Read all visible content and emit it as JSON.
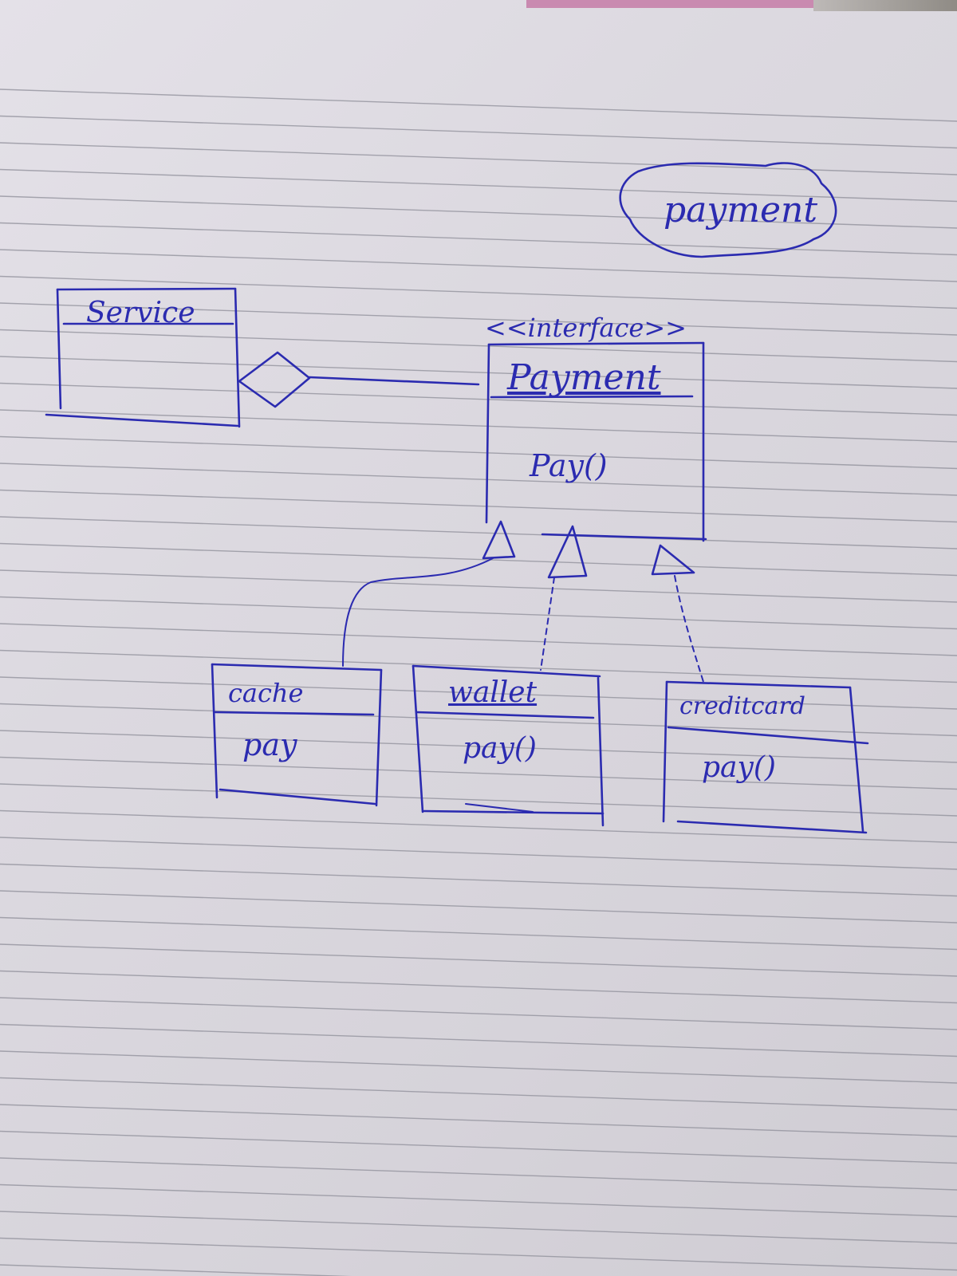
{
  "cloud_label": "payment",
  "service": {
    "name": "Service"
  },
  "interface": {
    "stereotype": "<<interface>>",
    "name": "Payment",
    "method": "Pay()"
  },
  "implementations": [
    {
      "name": "cache",
      "method": "pay"
    },
    {
      "name": "wallet",
      "method": "pay()"
    },
    {
      "name": "creditcard",
      "method": "pay()"
    }
  ],
  "colors": {
    "ink": "#2b2bb0",
    "paper": "#dcd9e0",
    "rule": "#8e8e98"
  }
}
